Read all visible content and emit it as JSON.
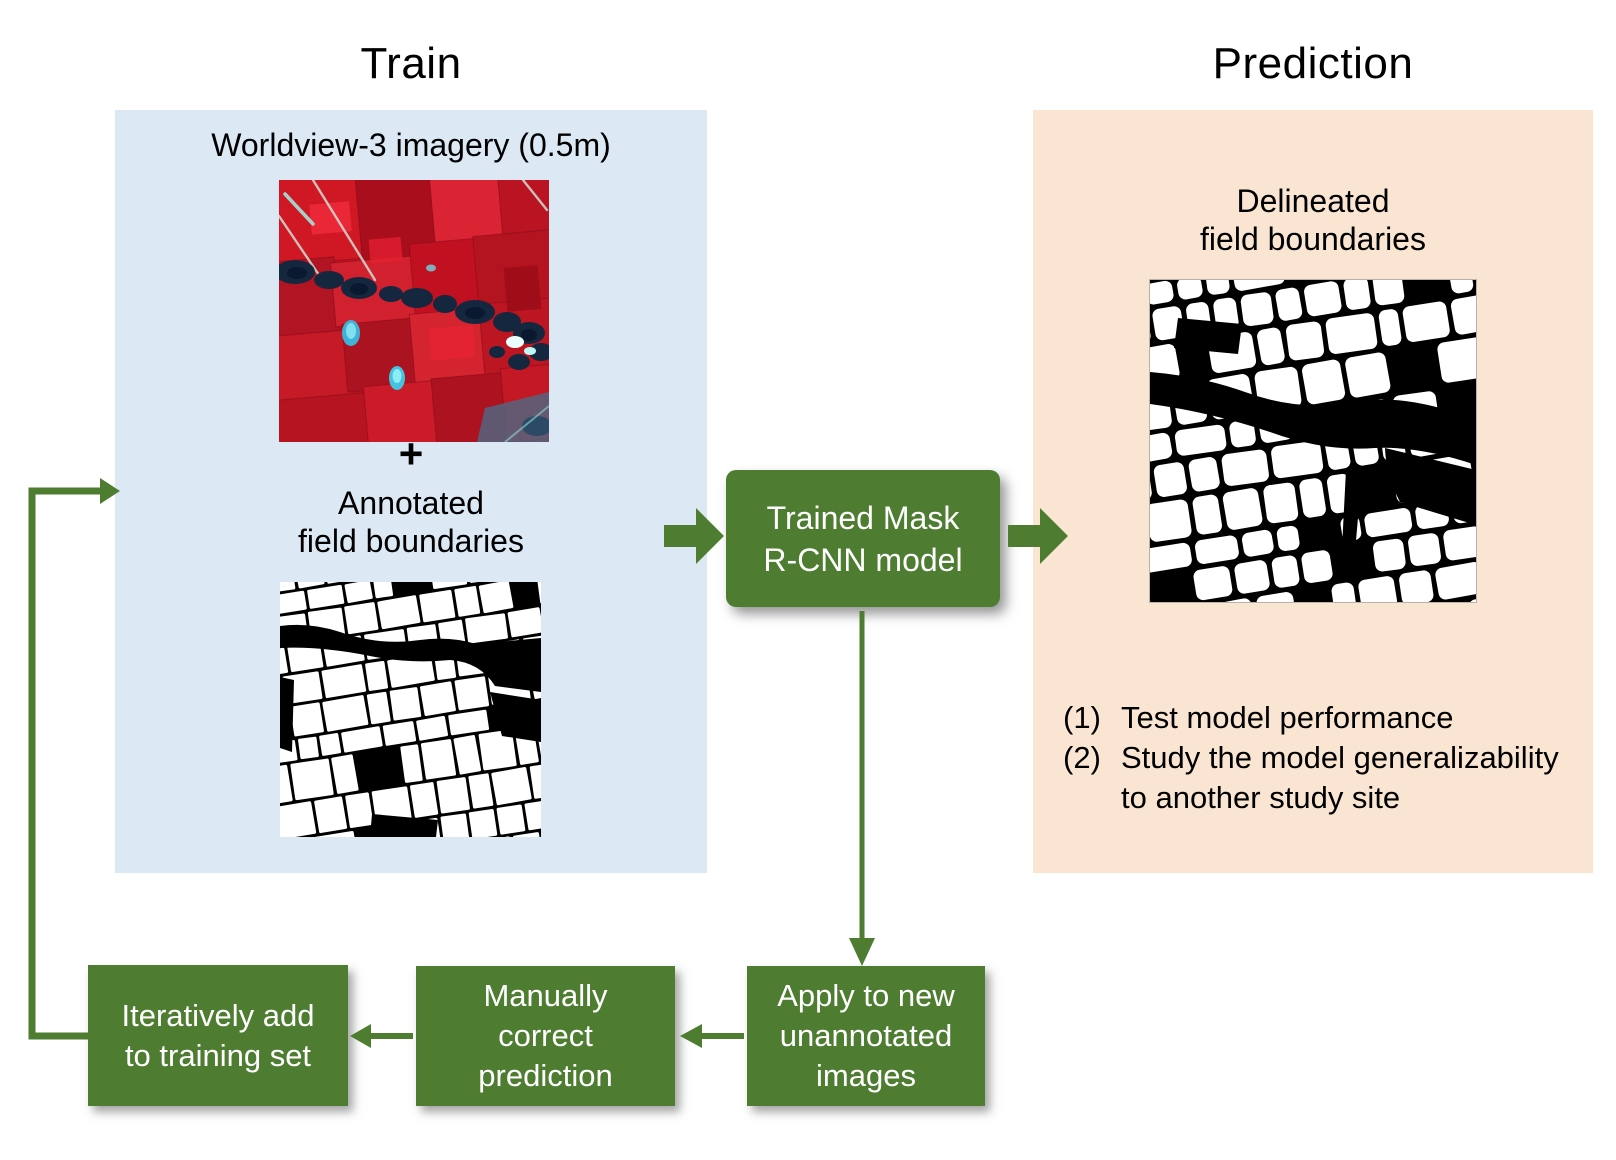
{
  "titles": {
    "train": "Train",
    "prediction": "Prediction"
  },
  "train_panel": {
    "imagery_label": "Worldview-3 imagery (0.5m)",
    "plus_sign": "+",
    "annotated_label": "Annotated\nfield boundaries"
  },
  "model_box": {
    "label": "Trained Mask\nR-CNN model"
  },
  "prediction_panel": {
    "delineated_label": "Delineated\nfield boundaries",
    "notes": [
      {
        "num": "(1)",
        "text": "Test model performance"
      },
      {
        "num": "(2)",
        "text": "Study the model generalizability to another study site"
      }
    ]
  },
  "loop_boxes": {
    "apply_label": "Apply to new\nunannotated\nimages",
    "correct_label": "Manually\ncorrect\nprediction",
    "add_label": "Iteratively add\nto training set"
  },
  "colors": {
    "train_panel_bg": "#dce9f5",
    "prediction_panel_bg": "#fae5d3",
    "box_green": "#4e7d32",
    "arrow_green": "#4e7d32",
    "box_text": "#ffffff",
    "body_text": "#000000"
  }
}
